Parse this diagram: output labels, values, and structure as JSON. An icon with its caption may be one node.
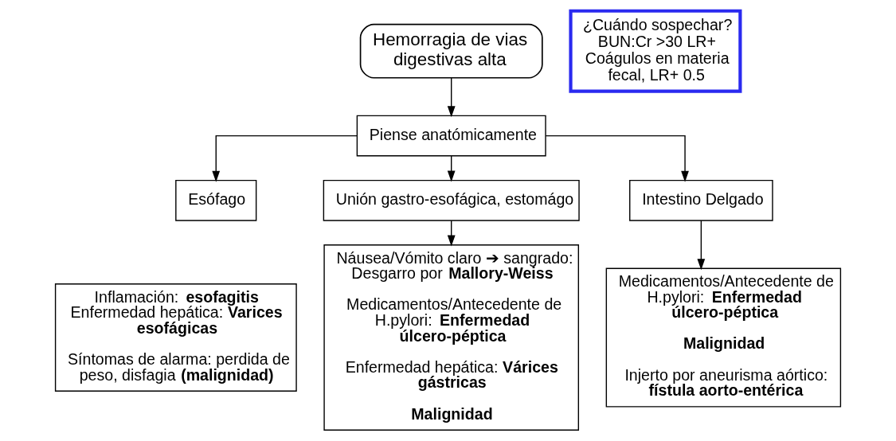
{
  "diagram": {
    "nodes": [
      {
        "text": [
          "Hemorragia de vias digestivas alta"
        ]
      },
      {
        "text": [
          "Piense anatómicamente"
        ]
      },
      {
        "text": [
          "¿Cuándo sospechar? BUN:Cr >30 LR+ Coágulos en materia fecal, LR+ 0.5"
        ]
      },
      {
        "text": [
          "Esófago"
        ]
      },
      {
        "text": [
          "Inflamación: **esofagitis** Enfermedad hepática: **Varices esofágicas**",
          "Síntomas de alarma: perdida de peso, disfagia **(malignidad)**"
        ]
      },
      {
        "text": [
          "Unión gastro-esofágica, estomágo"
        ]
      },
      {
        "text": [
          "Náusea/Vómito claro ➔ sangrado: Desgarro por **Mallory-Weiss**",
          "Medicamentos/Antecedente de H.pylori: **Enfermedad úlcero-péptica**",
          "Enfermedad hepática: **Várices gástricas**",
          "**Malignidad**"
        ]
      },
      {
        "text": [
          "Intestino Delgado"
        ]
      },
      {
        "text": [
          "Medicamentos/Antecedente de H.pylori: **Enfermedad úlcero-péptica**",
          "**Malignidad**",
          "Injerto por aneurisma aórtico: **fístula aorto-entérica**"
        ]
      }
    ],
    "edges": [
      {
        "from": 0,
        "to": 1,
        "arrow": "to"
      },
      {
        "from": 1,
        "to": 3,
        "arrow": "to"
      },
      {
        "from": 1,
        "to": 5,
        "arrow": "to"
      },
      {
        "from": 1,
        "to": 7,
        "arrow": "to"
      },
      {
        "from": 5,
        "to": 6,
        "arrow": "to"
      },
      {
        "from": 7,
        "to": 8,
        "arrow": "to"
      }
    ]
  }
}
